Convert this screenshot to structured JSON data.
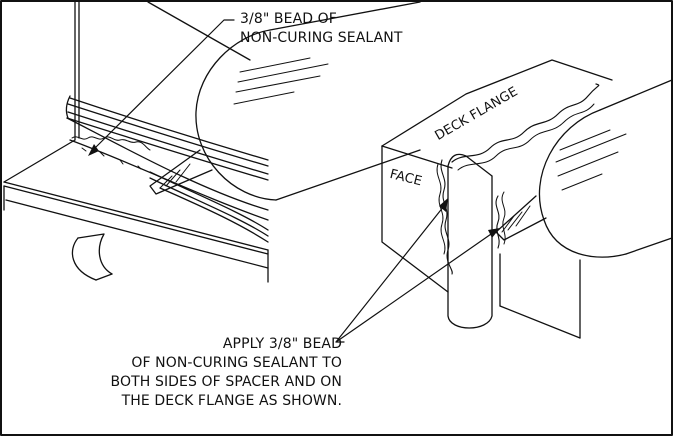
{
  "callout_top": {
    "line1": "3/8\" BEAD OF",
    "line2": "NON-CURING SEALANT"
  },
  "callout_bottom": {
    "line1": "APPLY 3/8\" BEAD",
    "line2": "OF NON-CURING SEALANT TO",
    "line3": "BOTH SIDES OF SPACER AND ON",
    "line4": "THE DECK FLANGE AS SHOWN."
  },
  "face_labels": {
    "deck_flange": "DECK   FLANGE",
    "face": "FACE"
  },
  "colors": {
    "ink": "#111111",
    "paper": "#ffffff"
  }
}
